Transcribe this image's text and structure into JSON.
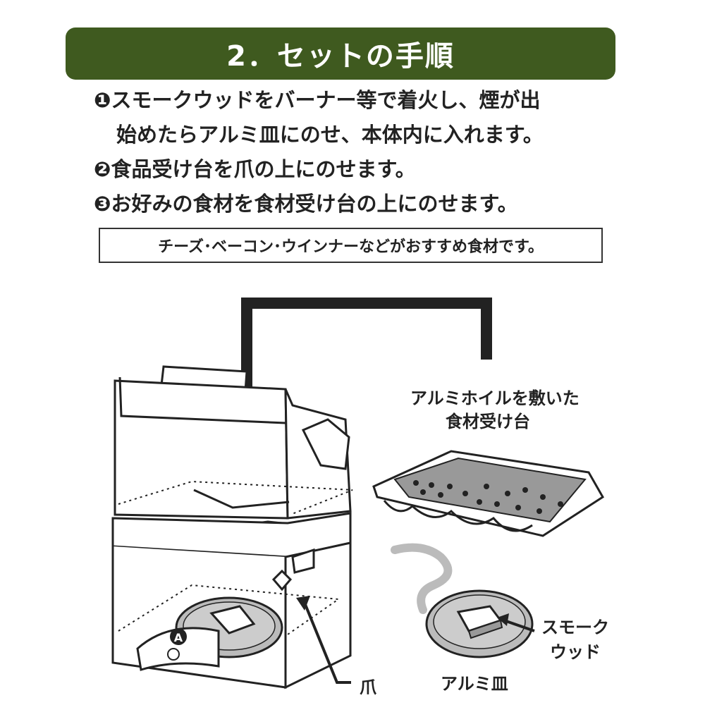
{
  "header": {
    "title": "2．セットの手順"
  },
  "steps": [
    "❶スモークウッドをバーナー等で着火し、煙が出",
    "始めたらアルミ皿にのせ、本体内に入れます。",
    "❷食品受け台を爪の上にのせます。",
    "❸お好みの食材を食材受け台の上にのせます。"
  ],
  "note": "チーズ･ベーコン･ウインナーなどがおすすめ食材です。",
  "diagram": {
    "label_tray_line1": "アルミホイルを敷いた",
    "label_tray_line2": "食材受け台",
    "label_smokewood_line1": "スモーク",
    "label_smokewood_line2": "ウッド",
    "label_claw": "爪",
    "label_dish": "アルミ皿",
    "badge_letter": "A"
  }
}
